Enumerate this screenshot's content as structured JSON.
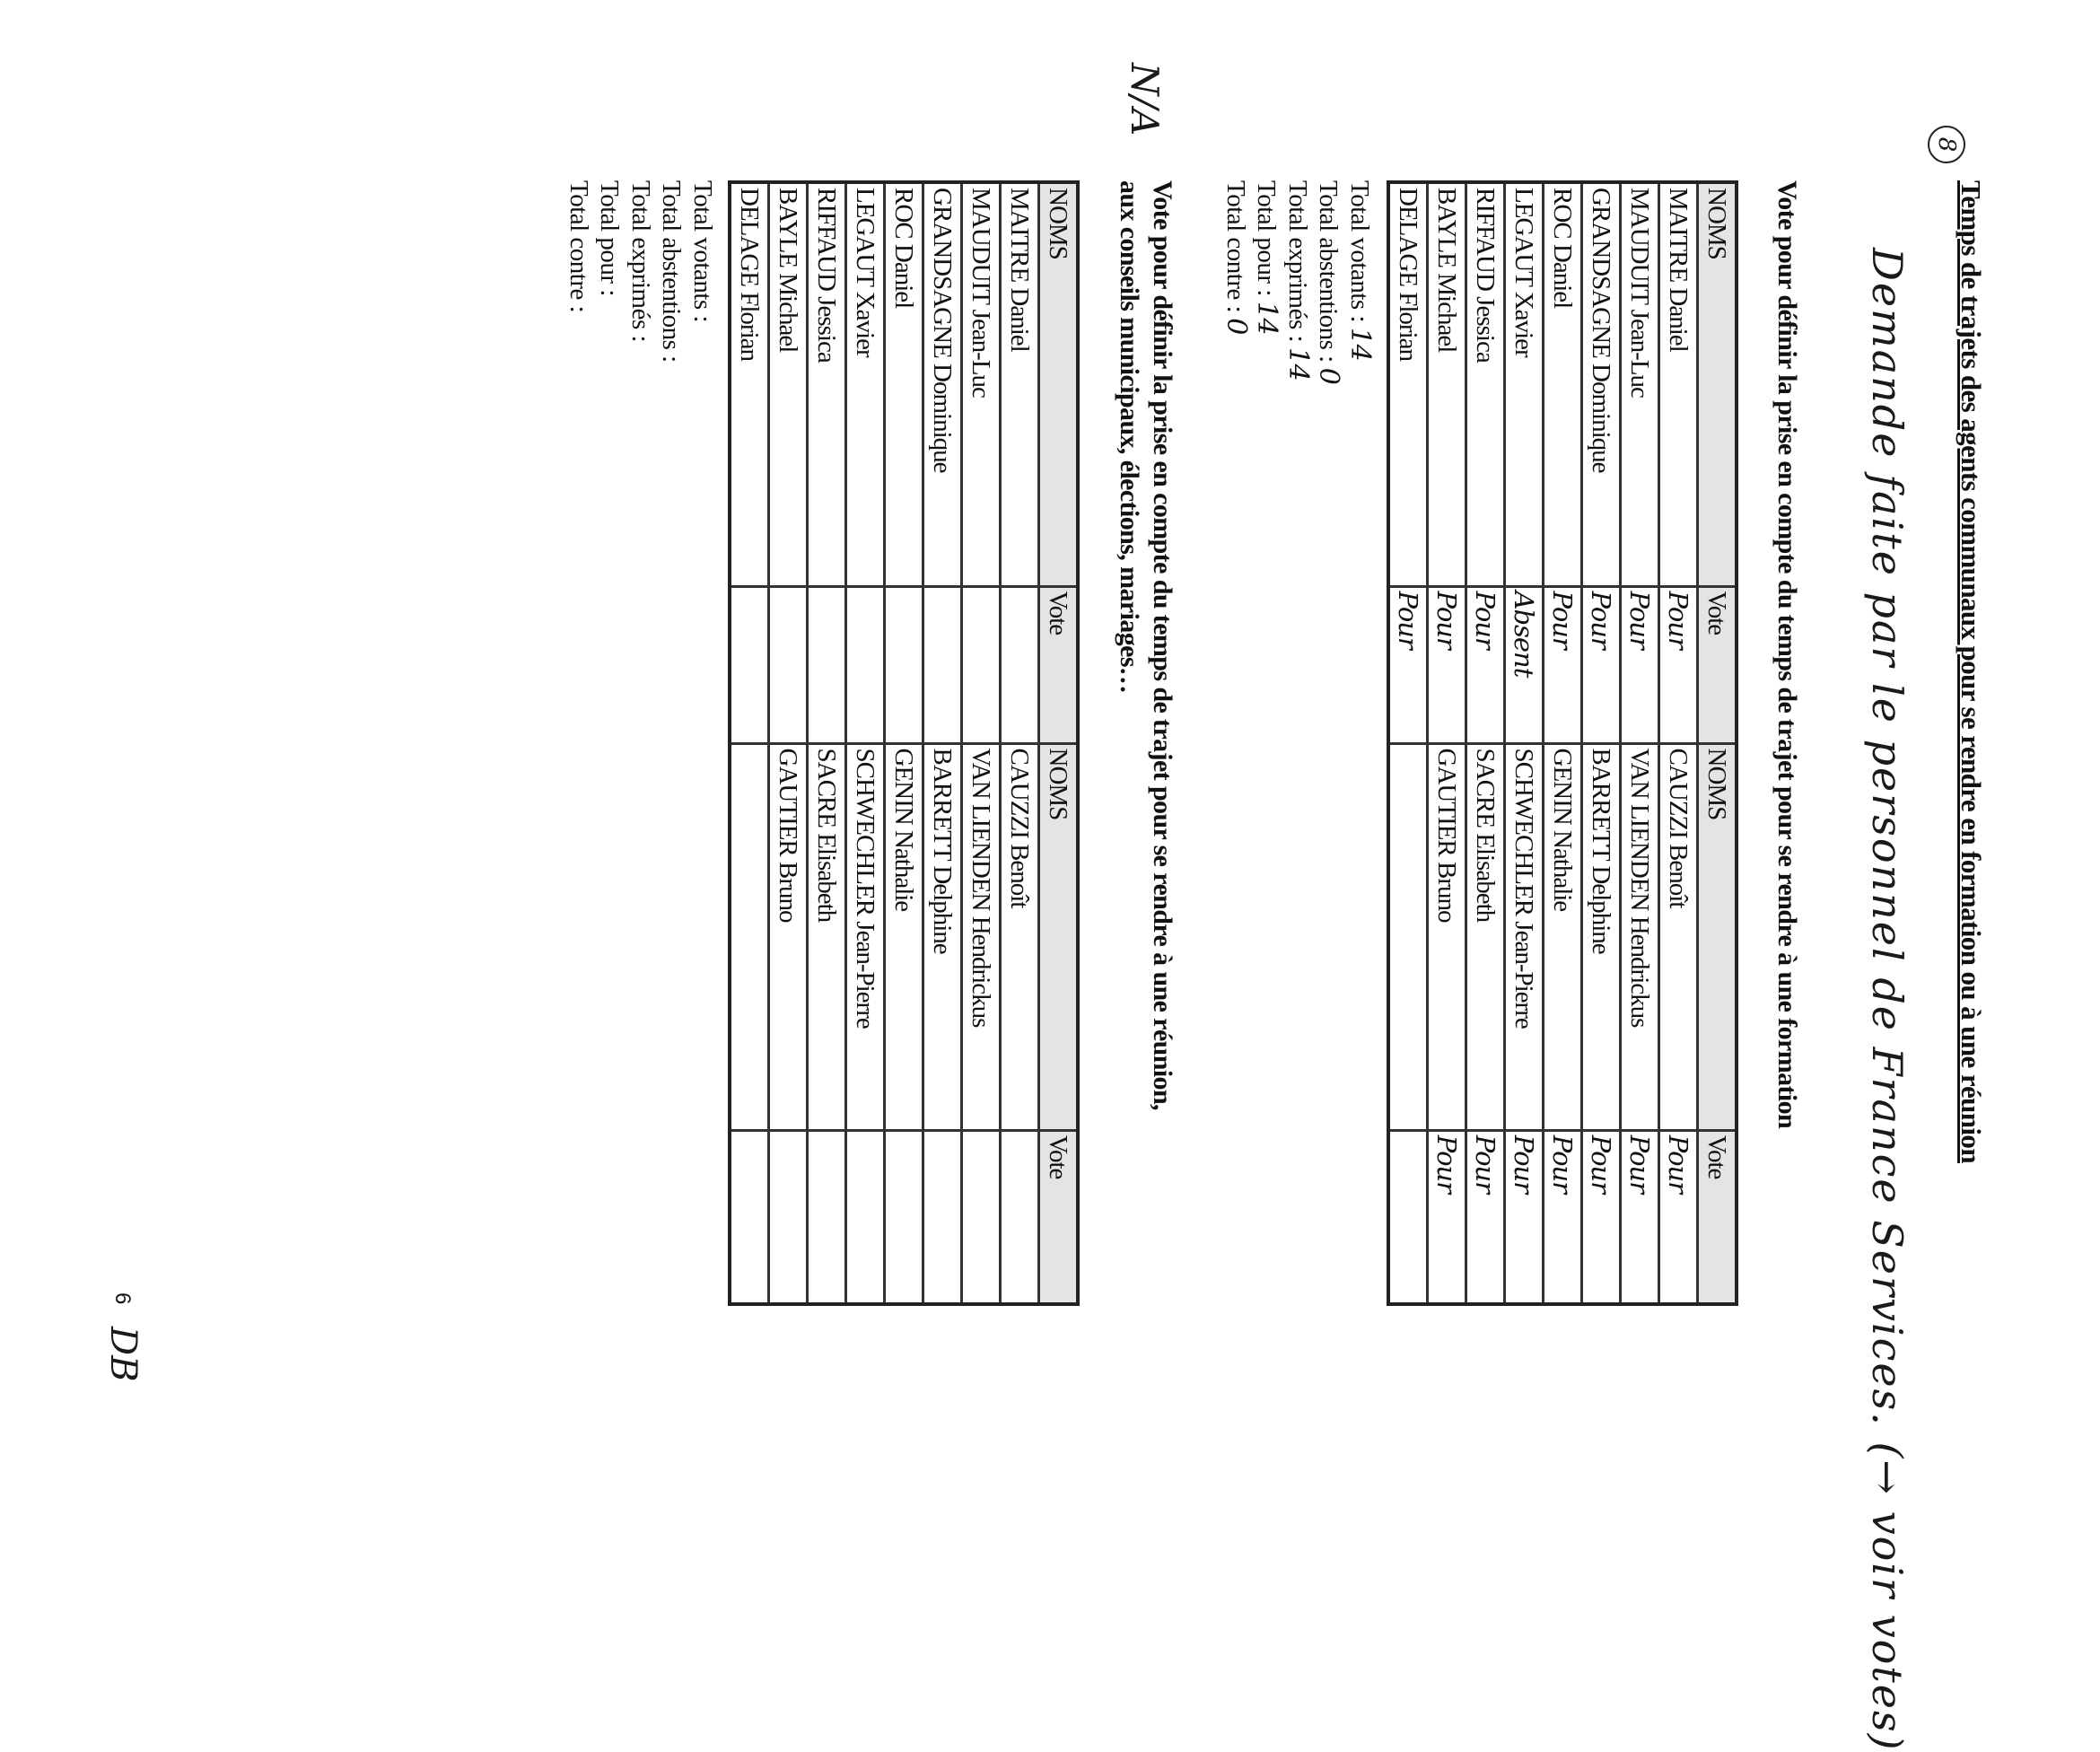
{
  "item_number": "8",
  "title": "Temps de trajets des agents communaux pour se rendre en formation ou à une réunion",
  "handwritten_note": "Demande faite par le personnel de France Services. (→ voir votes)",
  "na_note": "N/A",
  "page_number": "6",
  "initials": "DB",
  "votes": [
    {
      "title_lines": [
        "Vote pour définir la prise en compte du temps de trajet pour se rendre à une formation"
      ],
      "headers": [
        "NOMS",
        "Vote",
        "NOMS",
        "Vote"
      ],
      "rows": [
        [
          "MAITRE Daniel",
          "Pour",
          "CAUZZI Benoît",
          "Pour"
        ],
        [
          "MAUDUIT Jean-Luc",
          "Pour",
          "VAN LIENDEN Hendrickus",
          "Pour"
        ],
        [
          "GRANDSAGNE Dominique",
          "Pour",
          "BARRETT Delphine",
          "Pour"
        ],
        [
          "ROC Daniel",
          "Pour",
          "GENIN Nathalie",
          "Pour"
        ],
        [
          "LEGAUT Xavier",
          "Absent",
          "SCHWECHLER Jean-Pierre",
          "Pour"
        ],
        [
          "RIFFAUD Jessica",
          "Pour",
          "SACRE Elisabeth",
          "Pour"
        ],
        [
          "BAYLE Michael",
          "Pour",
          "GAUTIER Bruno",
          "Pour"
        ],
        [
          "DELAGE Florian",
          "Pour",
          "",
          ""
        ]
      ],
      "totals": [
        {
          "label": "Total votants :",
          "value": "14"
        },
        {
          "label": "Total abstentions :",
          "value": "0"
        },
        {
          "label": "Total exprimés :",
          "value": "14"
        },
        {
          "label": "Total pour :",
          "value": "14"
        },
        {
          "label": "Total contre :",
          "value": "0"
        }
      ]
    },
    {
      "title_lines": [
        "Vote pour définir la prise en compte du temps de trajet pour se rendre à une réunion,",
        "aux conseils municipaux, élections, mariages…"
      ],
      "headers": [
        "NOMS",
        "Vote",
        "NOMS",
        "Vote"
      ],
      "rows": [
        [
          "MAITRE Daniel",
          "",
          "CAUZZI Benoît",
          ""
        ],
        [
          "MAUDUIT Jean-Luc",
          "",
          "VAN LIENDEN Hendrickus",
          ""
        ],
        [
          "GRANDSAGNE Dominique",
          "",
          "BARRETT Delphine",
          ""
        ],
        [
          "ROC Daniel",
          "",
          "GENIN Nathalie",
          ""
        ],
        [
          "LEGAUT Xavier",
          "",
          "SCHWECHLER Jean-Pierre",
          ""
        ],
        [
          "RIFFAUD Jessica",
          "",
          "SACRE Elisabeth",
          ""
        ],
        [
          "BAYLE Michael",
          "",
          "GAUTIER Bruno",
          ""
        ],
        [
          "DELAGE Florian",
          "",
          "",
          ""
        ]
      ],
      "totals": [
        {
          "label": "Total votants :",
          "value": ""
        },
        {
          "label": "Total abstentions :",
          "value": ""
        },
        {
          "label": "Total exprimés :",
          "value": ""
        },
        {
          "label": "Total pour :",
          "value": ""
        },
        {
          "label": "Total contre :",
          "value": ""
        }
      ]
    }
  ]
}
